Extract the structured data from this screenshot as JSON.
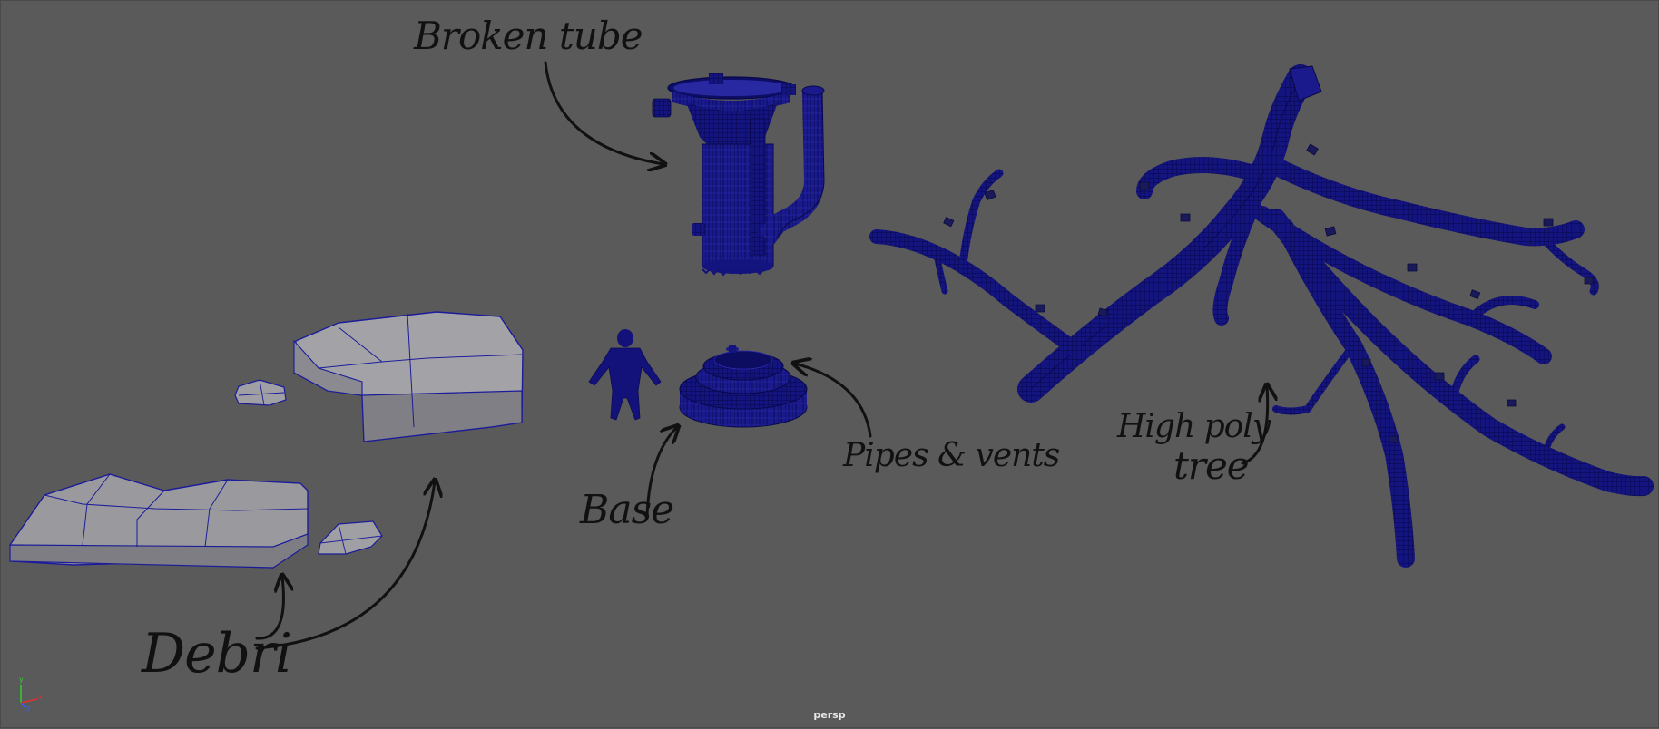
{
  "viewport": {
    "camera": "persp",
    "background": "#5a5a5a"
  },
  "annotations": {
    "broken_tube": "Broken tube",
    "pipes_vents": "Pipes & vents",
    "base": "Base",
    "high_poly": "High poly",
    "tree": "tree",
    "debri": "Debri"
  },
  "axis_gizmo": {
    "x": "x",
    "y": "y",
    "z": "z",
    "x_color": "#e03030",
    "y_color": "#30d030",
    "z_color": "#3060ff"
  },
  "colors": {
    "wire_selected": "#10107a",
    "shaded_grey": "#9c9ca0",
    "shaded_edge": "#2020a0",
    "ink": "#111111"
  }
}
